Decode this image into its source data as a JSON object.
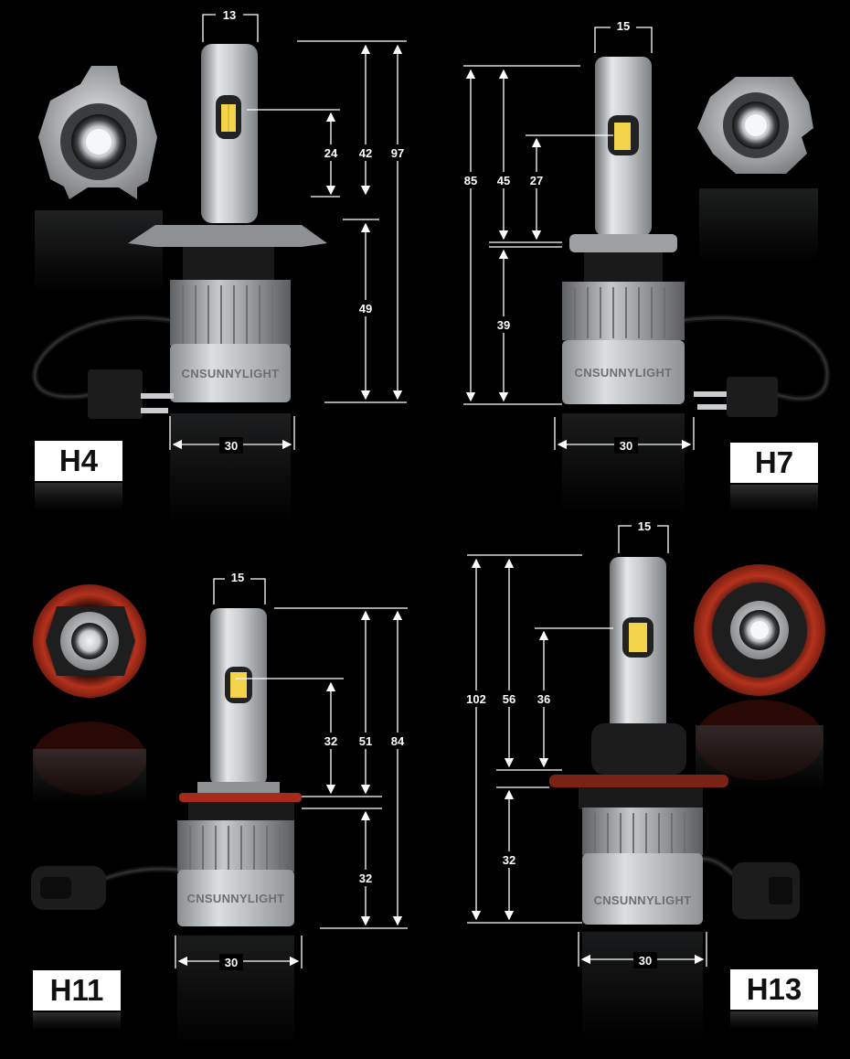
{
  "brand": "CNSUNNYLIGHT",
  "colors": {
    "background": "#000000",
    "aluminum": "#b8bcbf",
    "led_chip": "#f4d44a",
    "seal_ring": "#a82a1a"
  },
  "bulbs": [
    {
      "id": "H4",
      "label": "H4",
      "dims": {
        "width_top": "13",
        "chip_to_base": "24",
        "tip_to_base": "42",
        "total": "97",
        "body": "49",
        "diameter": "30"
      }
    },
    {
      "id": "H7",
      "label": "H7",
      "dims": {
        "width_top": "15",
        "total": "85",
        "tip_to_base": "45",
        "chip_to_base": "27",
        "body": "39",
        "diameter": "30"
      }
    },
    {
      "id": "H11",
      "label": "H11",
      "dims": {
        "width_top": "15",
        "chip_to_base": "32",
        "tip_to_base": "51",
        "total": "84",
        "body": "32",
        "diameter": "30"
      }
    },
    {
      "id": "H13",
      "label": "H13",
      "dims": {
        "width_top": "15",
        "total": "102",
        "tip_to_base": "56",
        "chip_to_base": "36",
        "body": "32",
        "diameter": "30"
      }
    }
  ]
}
